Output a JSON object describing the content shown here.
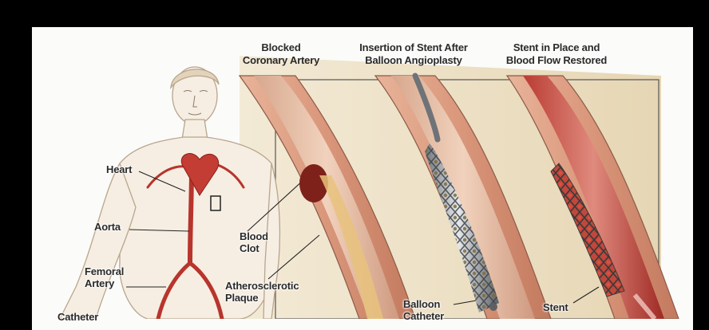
{
  "panels": {
    "blocked": {
      "line1": "Blocked",
      "line2": "Coronary Artery"
    },
    "insertion": {
      "line1": "Insertion of Stent After",
      "line2": "Balloon Angioplasty"
    },
    "restored": {
      "line1": "Stent in Place and",
      "line2": "Blood Flow Restored"
    }
  },
  "labels": {
    "heart": "Heart",
    "aorta": "Aorta",
    "femoral_artery_1": "Femoral",
    "femoral_artery_2": "Artery",
    "blood_clot_1": "Blood",
    "blood_clot_2": "Clot",
    "plaque_1": "Atherosclerotic",
    "plaque_2": "Plaque",
    "balloon_catheter_1": "Balloon",
    "balloon_catheter_2": "Catheter",
    "stent": "Stent",
    "catheter_partial": "Catheter"
  },
  "colors": {
    "frame": "#000000",
    "mat": "#fbfbf9",
    "tissue": "#e9dcc0",
    "artery_wall": "#c98a6a",
    "blood": "#b5322a",
    "stent_metal": "#8a8f94"
  }
}
